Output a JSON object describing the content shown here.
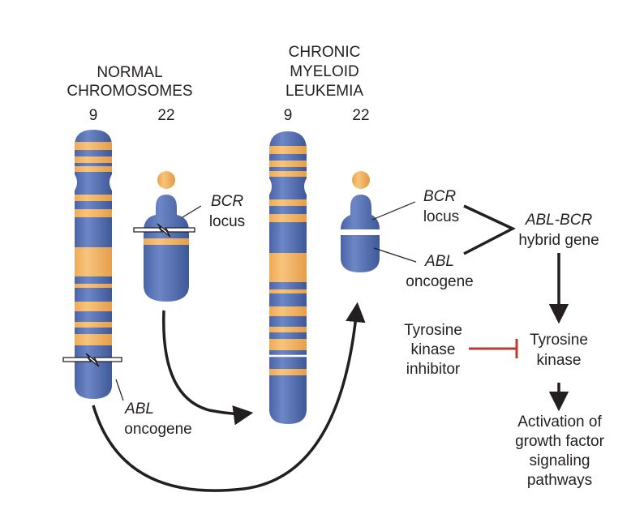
{
  "normal": {
    "heading_line1": "NORMAL",
    "heading_line2": "CHROMOSOMES",
    "chr9": "9",
    "chr22": "22"
  },
  "cml": {
    "heading_line1": "CHRONIC",
    "heading_line2": "MYELOID",
    "heading_line3": "LEUKEMIA",
    "chr9": "9",
    "chr22": "22"
  },
  "labels": {
    "bcr_gene": "BCR",
    "locus": "locus",
    "abl_gene": "ABL",
    "oncogene": "oncogene",
    "hybrid_gene_name": "ABL-BCR",
    "hybrid_gene_word": "hybrid gene",
    "tk_line1": "Tyrosine",
    "tk_line2": "kinase",
    "inhib_line1": "Tyrosine",
    "inhib_line2": "kinase",
    "inhib_line3": "inhibitor",
    "act_line1": "Activation of",
    "act_line2": "growth factor",
    "act_line3": "signaling",
    "act_line4": "pathways"
  },
  "colors": {
    "chromosome_blue": "#5a73b6",
    "band_orange": "#f2b160",
    "inhibit_red": "#c0392b",
    "arrow_black": "#231f20"
  }
}
